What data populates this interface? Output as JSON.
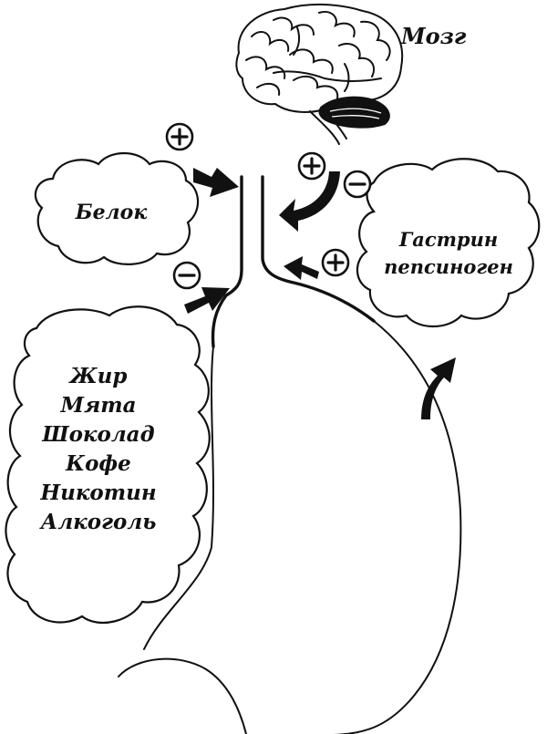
{
  "labels": {
    "brain": "Мозг",
    "protein": "Белок",
    "gastrin_line1": "Гастрин",
    "gastrin_line2": "пепсиноген",
    "inhibitors": [
      "Жир",
      "Мята",
      "Шоколад",
      "Кофе",
      "Никотин",
      "Алкоголь"
    ]
  },
  "signs": {
    "plus": "+",
    "minus": "−"
  },
  "colors": {
    "ink": "#111111",
    "background": "#ffffff"
  }
}
